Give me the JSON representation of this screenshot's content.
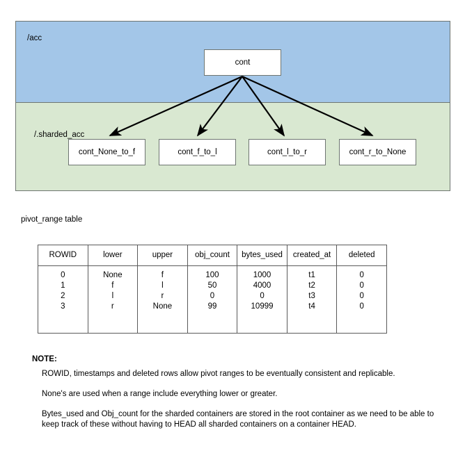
{
  "diagram": {
    "zones": [
      {
        "id": "acc",
        "label": "/acc",
        "color": "#a3c6e8"
      },
      {
        "id": "sharded_acc",
        "label": "/.sharded_acc",
        "color": "#d9e8d1"
      }
    ],
    "root_node": {
      "label": "cont"
    },
    "child_nodes": [
      {
        "label": "cont_None_to_f"
      },
      {
        "label": "cont_f_to_l"
      },
      {
        "label": "cont_l_to_r"
      },
      {
        "label": "cont_r_to_None"
      }
    ],
    "border_color": "#6e7571",
    "arrow_color": "#000000"
  },
  "table_caption": "pivot_range table",
  "pivot_table": {
    "columns": [
      "ROWID",
      "lower",
      "upper",
      "obj_count",
      "bytes_used",
      "created_at",
      "deleted"
    ],
    "rows": [
      [
        "0",
        "None",
        "f",
        "100",
        "1000",
        "t1",
        "0"
      ],
      [
        "1",
        "f",
        "l",
        "50",
        "4000",
        "t2",
        "0"
      ],
      [
        "2",
        "l",
        "r",
        "0",
        "0",
        "t3",
        "0"
      ],
      [
        "3",
        "r",
        "None",
        "99",
        "10999",
        "t4",
        "0"
      ]
    ]
  },
  "notes": {
    "heading": "NOTE:",
    "paragraphs": [
      "ROWID, timestamps and deleted rows allow pivot ranges to be eventually consistent and replicable.",
      "None's are used when a range include everything lower or greater.",
      "Bytes_used and Obj_count for the sharded containers are stored in the root container as we need to be able to keep track of these without having to HEAD all sharded containers on a container HEAD."
    ]
  }
}
